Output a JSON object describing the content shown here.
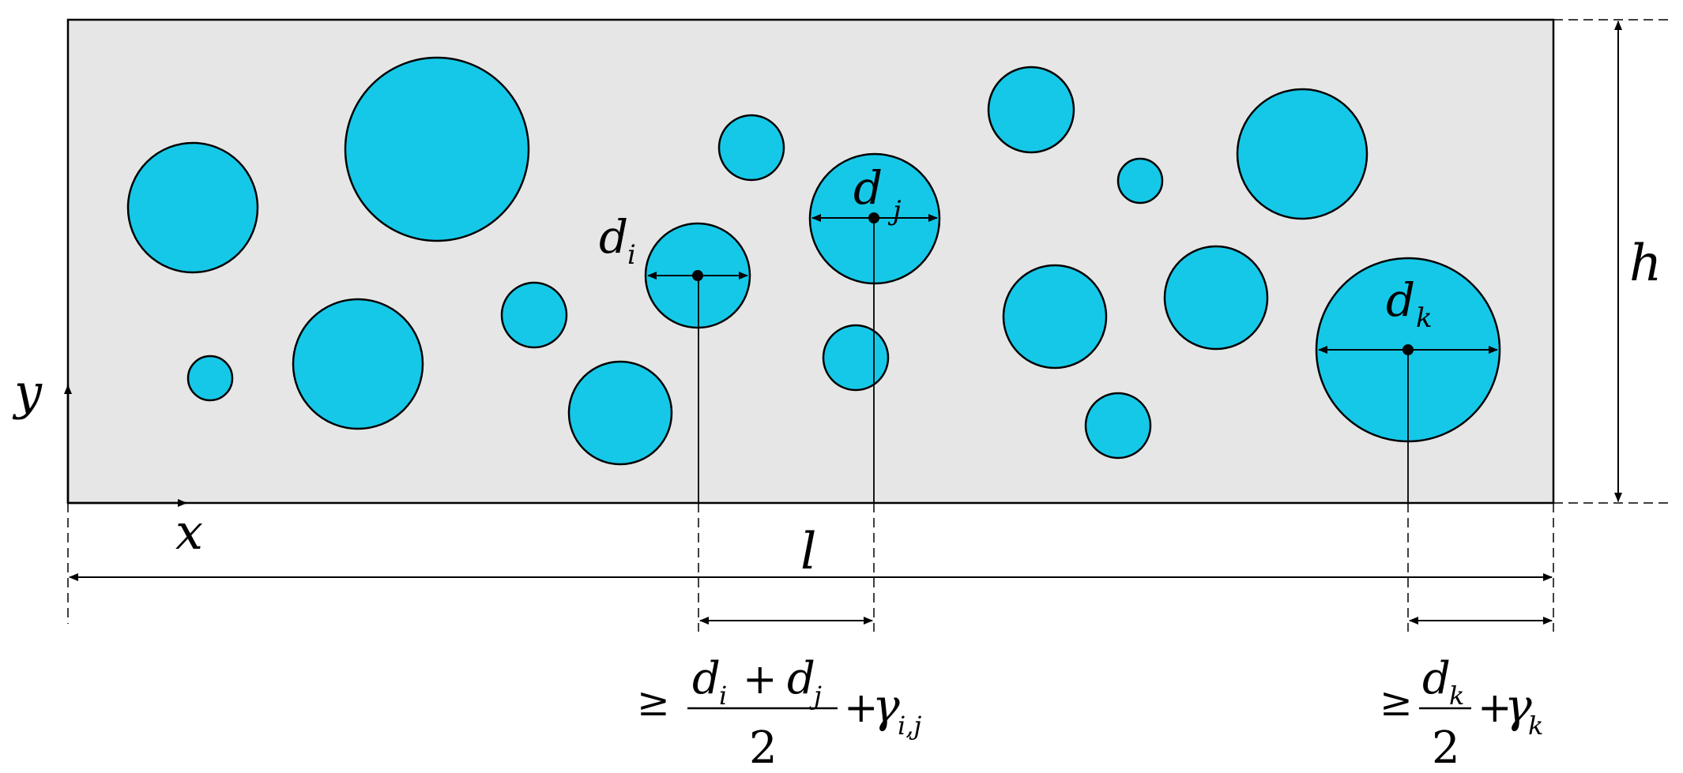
{
  "colors": {
    "background": "#ffffff",
    "domain_fill": "#e6e6e6",
    "inclusion_fill": "#16c8e8",
    "stroke": "#000000"
  },
  "labels": {
    "height": "h",
    "length": "l",
    "x_axis": "x",
    "y_axis": "y",
    "d_i_main": "d",
    "d_i_sub": "i",
    "d_j_main": "d",
    "d_j_sub": "j",
    "d_k_main": "d",
    "d_k_sub": "k"
  },
  "formulas": {
    "ij": {
      "ge": "≥",
      "num_d1": "d",
      "num_s1": "i",
      "num_plus": "+",
      "num_d2": "d",
      "num_s2": "j",
      "den": "2",
      "plus": "+",
      "gamma": "γ",
      "gamma_sub": "i,j"
    },
    "k": {
      "ge": "≥",
      "num_d": "d",
      "num_s": "k",
      "den": "2",
      "plus": "+",
      "gamma": "γ",
      "gamma_sub": "k"
    }
  }
}
